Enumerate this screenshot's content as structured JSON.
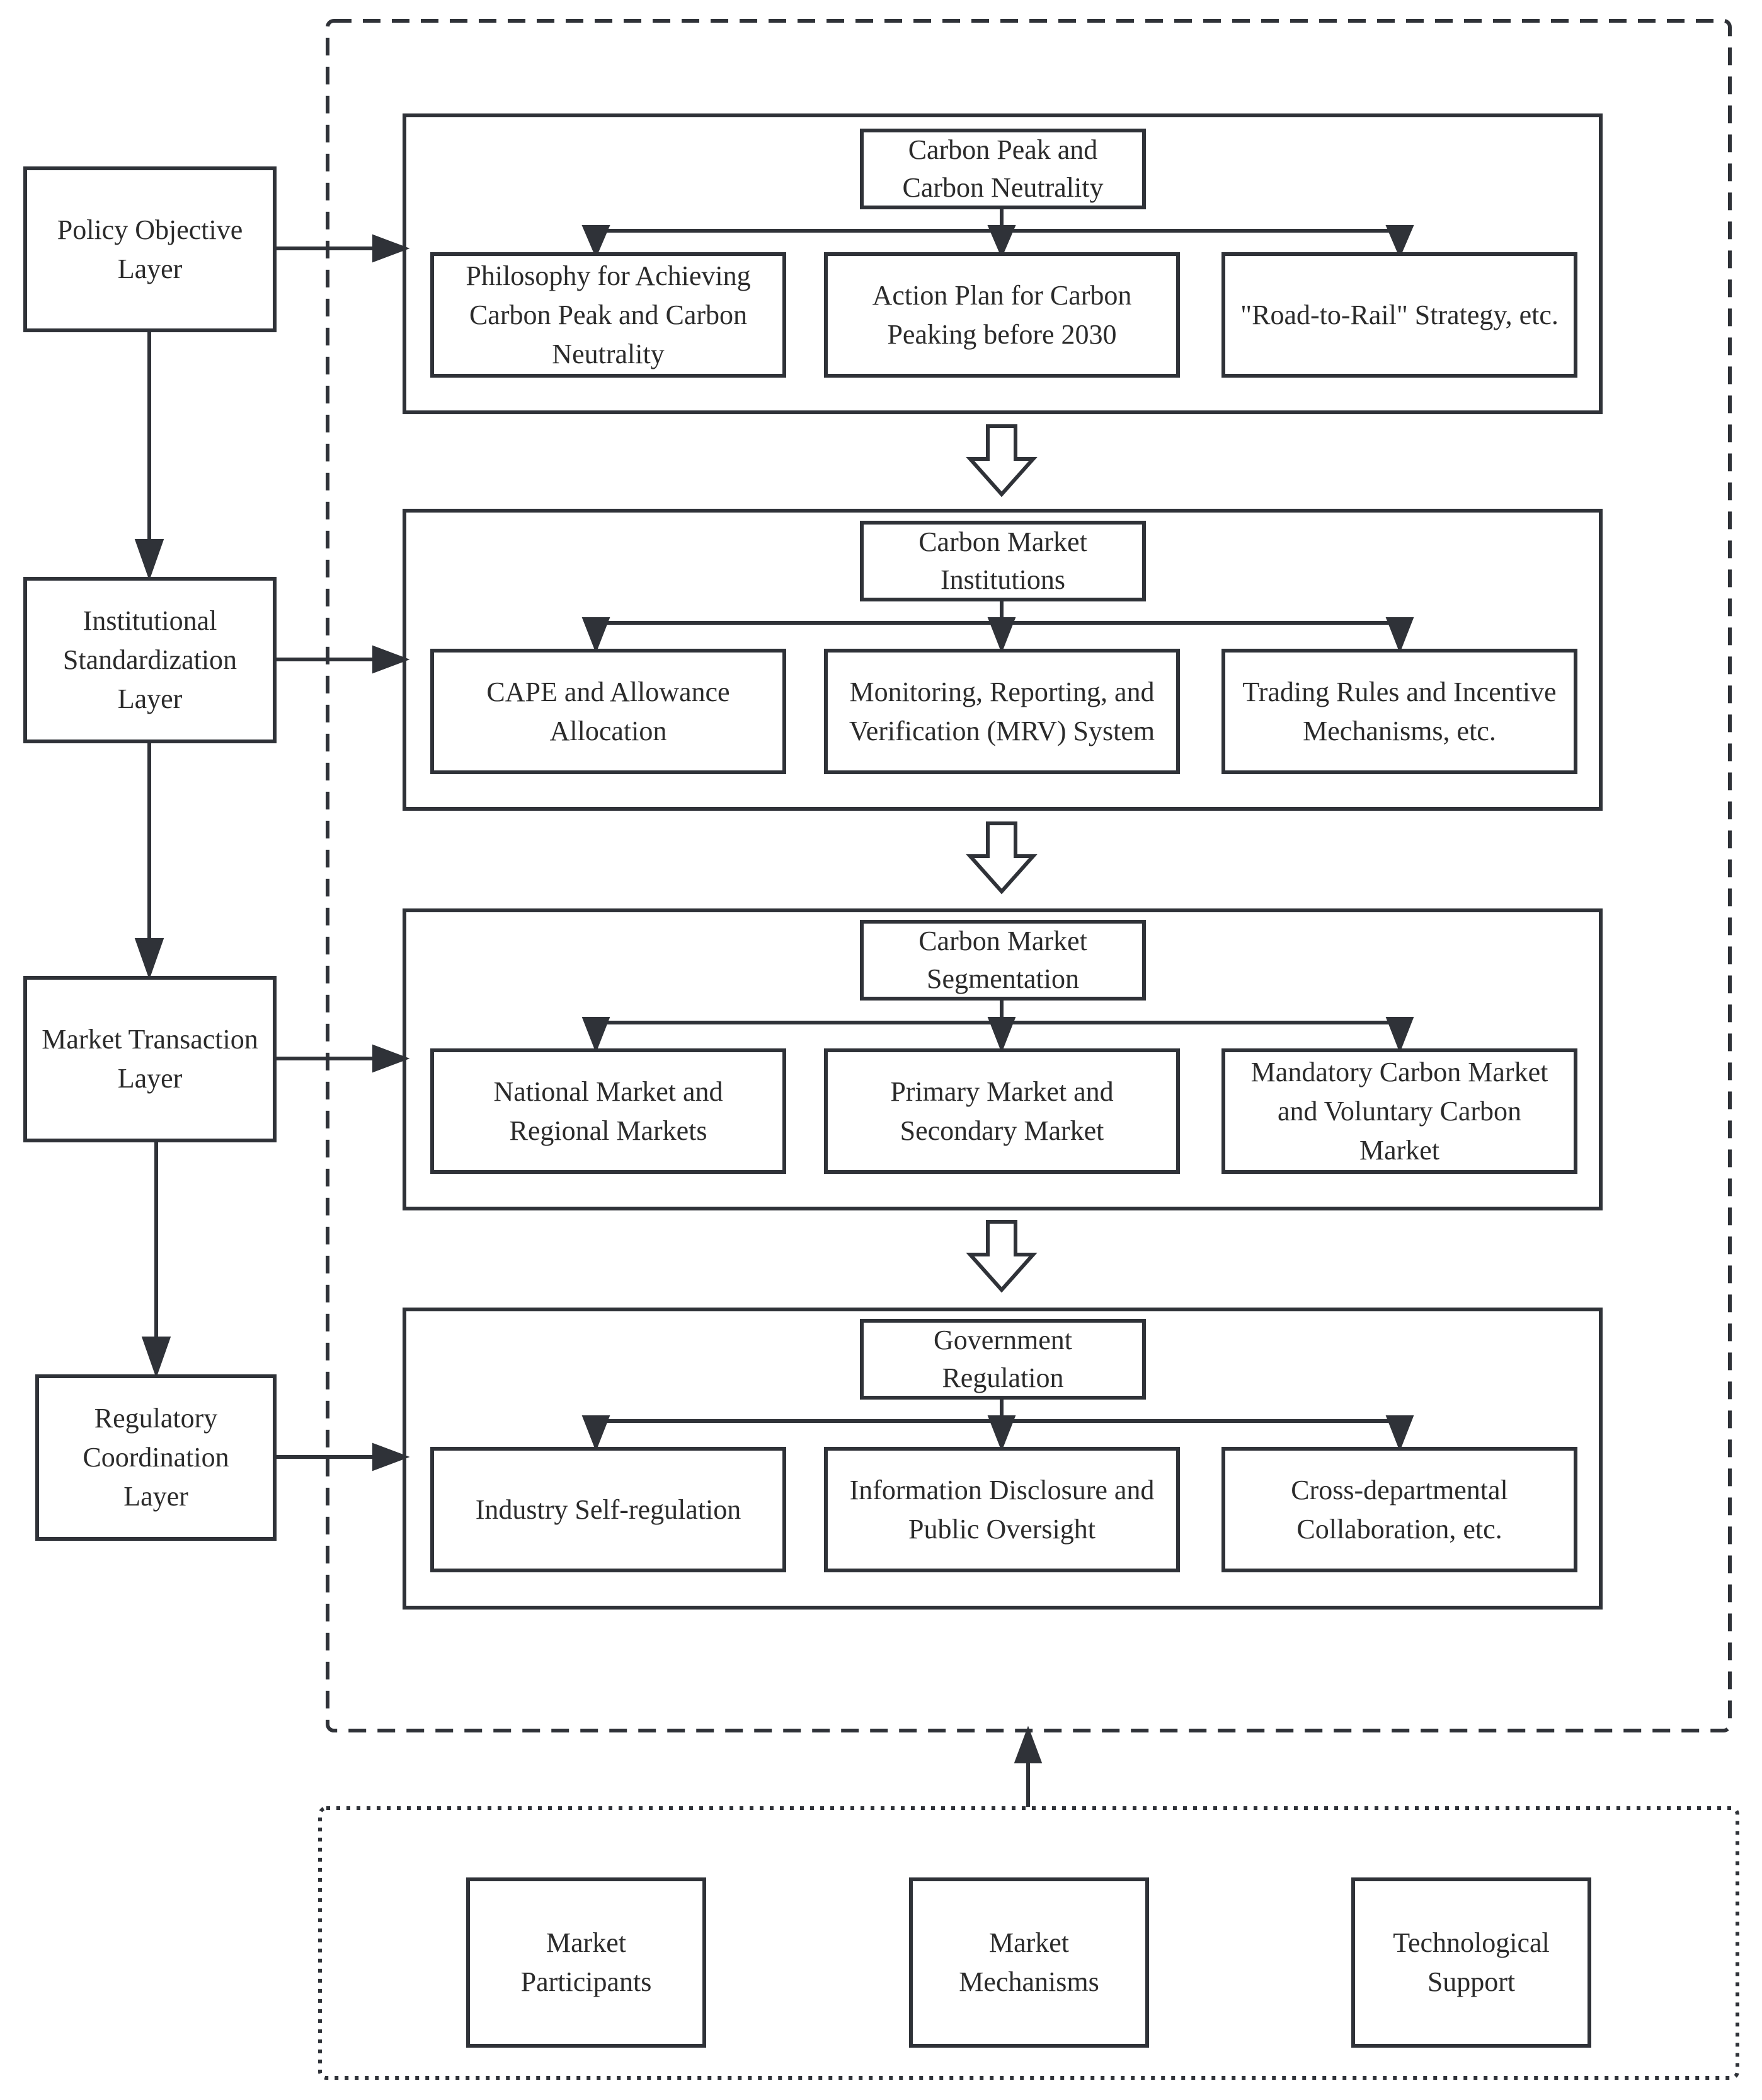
{
  "layers": [
    {
      "id": "policy",
      "label": "Policy Objective Layer"
    },
    {
      "id": "institutional",
      "label": "Institutional Standardization Layer"
    },
    {
      "id": "market",
      "label": "Market Transaction Layer"
    },
    {
      "id": "regulatory",
      "label": "Regulatory Coordination Layer"
    }
  ],
  "groups": [
    {
      "head": "Carbon Peak and Carbon Neutrality",
      "items": [
        "Philosophy for Achieving Carbon Peak and Carbon Neutrality",
        "Action Plan for Carbon Peaking before 2030",
        "\"Road-to-Rail\" Strategy, etc."
      ]
    },
    {
      "head": "Carbon Market Institutions",
      "items": [
        "CAPE and Allowance Allocation",
        "Monitoring, Reporting, and Verification (MRV) System",
        "Trading Rules and Incentive Mechanisms, etc."
      ]
    },
    {
      "head": "Carbon Market Segmentation",
      "items": [
        "National Market and Regional Markets",
        "Primary Market and Secondary Market",
        "Mandatory Carbon Market and Voluntary Carbon Market"
      ]
    },
    {
      "head": "Government Regulation",
      "items": [
        "Industry Self-regulation",
        "Information Disclosure and Public Oversight",
        "Cross-departmental Collaboration, etc."
      ]
    }
  ],
  "foundation": [
    "Market Participants",
    "Market Mechanisms",
    "Technological Support"
  ]
}
